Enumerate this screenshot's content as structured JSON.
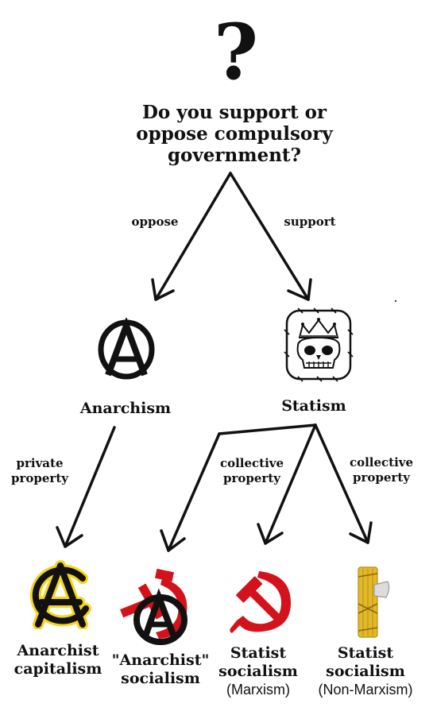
{
  "question_mark": "?",
  "question": "Do you support or oppose compulsory government?",
  "edges": {
    "oppose": "oppose",
    "support": "support",
    "private_property": "private property",
    "collective_property_1": "collective property",
    "collective_property_2": "collective property"
  },
  "nodes": {
    "anarchism": "Anarchism",
    "statism": "Statism"
  },
  "leaves": [
    {
      "line1": "Anarchist",
      "line2": "capitalism",
      "sub": ""
    },
    {
      "line1": "\"Anarchist\"",
      "line2": "socialism",
      "sub": ""
    },
    {
      "line1": "Statist",
      "line2": "socialism",
      "sub": "(Marxism)"
    },
    {
      "line1": "Statist",
      "line2": "socialism",
      "sub": "(Non-Marxism)"
    }
  ],
  "icons": {
    "anarchism": "circle-a-icon",
    "statism": "crowned-skull-icon",
    "anarcho_capitalism": "yellow-circle-a-icon",
    "anarchist_socialism": "hammer-sickle-circle-a-icon",
    "marxism": "hammer-and-sickle-icon",
    "non_marxism": "fasces-icon"
  },
  "colors": {
    "text": "#111111",
    "communist_red": "#d3121b",
    "ancap_yellow": "#f7d417",
    "fasces_gold": "#e3b92a"
  }
}
